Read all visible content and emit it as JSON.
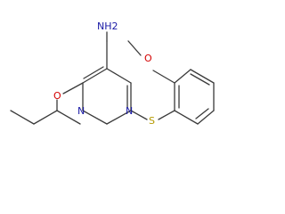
{
  "molecule": {
    "atoms": {
      "amine": "NH2",
      "ring_n_upper": "N",
      "ring_n_lower": "N",
      "sulfur": "S",
      "ether_o_methoxy": "O",
      "ether_o_butoxy": "O"
    }
  },
  "colors": {
    "bond": "#3a3a3a",
    "carbon_text": "#2f2f2f",
    "nitrogen": "#1a1aa6",
    "oxygen": "#d40000",
    "sulfur": "#b59a00"
  }
}
